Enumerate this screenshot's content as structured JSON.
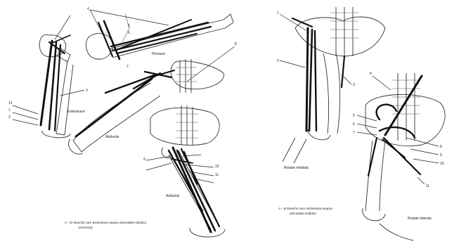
{
  "figure": {
    "left_panel": {
      "views": {
        "extension": "Extensiune",
        "flexion": "Flexiune",
        "abduction": "Abductie",
        "adduction": "Adductie"
      },
      "caption_line1": "A – D  Muschii care actioneaza asupra articulatiei soldului",
      "caption_line2": "(rezumat)",
      "markers": [
        "1",
        "2",
        "3",
        "4",
        "5",
        "6",
        "7",
        "8",
        "9",
        "10",
        "11",
        "12"
      ]
    },
    "right_panel": {
      "views": {
        "medial_rotation": "Rotatie mediala",
        "lateral_rotation": "Rotatie laterala"
      },
      "caption_line1": "A – B  Muschii care actioneaza asupra",
      "caption_line2": "articulatiei soldului",
      "markers": [
        "1",
        "2",
        "3",
        "4",
        "5",
        "6",
        "7",
        "8",
        "9",
        "10",
        "11"
      ]
    }
  },
  "colors": {
    "ink": "#111111",
    "bone": "#333333",
    "background": "#ffffff"
  }
}
